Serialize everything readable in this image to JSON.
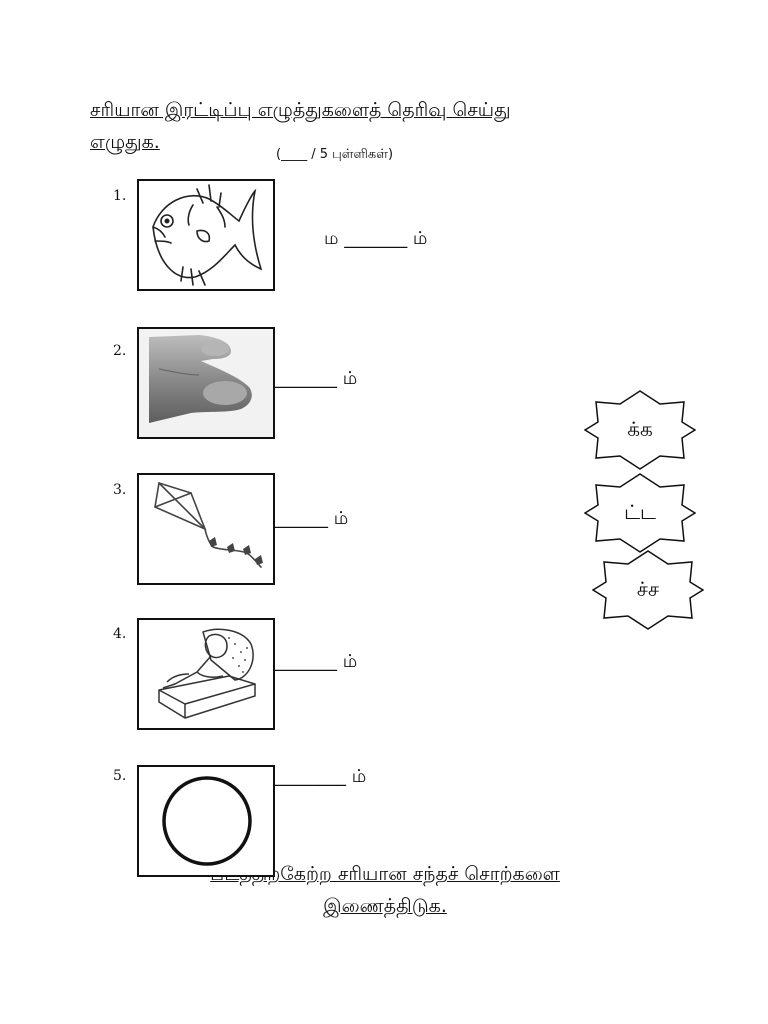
{
  "header": {
    "title_line1": "சரியான இரட்டிப்பு எழுத்துகளைத் தெரிவு செய்து",
    "title_line2": "எழுதுக.",
    "points": "(____ / 5 புள்ளிகள்)"
  },
  "questions": [
    {
      "number": "1.",
      "answer": "ம _______ ம்",
      "icon": "fish-icon"
    },
    {
      "number": "2.",
      "answer": "_______ ம்",
      "icon": "finger-icon"
    },
    {
      "number": "3.",
      "answer": "______ ம்",
      "icon": "kite-icon"
    },
    {
      "number": "4.",
      "answer": "_______ ம்",
      "icon": "sleeping-child-icon"
    },
    {
      "number": "5.",
      "answer": "________ ம்",
      "icon": "circle-icon"
    }
  ],
  "options": [
    "க்க",
    "ட்ட",
    "ச்ச"
  ],
  "footer": {
    "line1": "படத்திற்கேற்ற சரியான சந்தச் சொற்களை",
    "line2": "இணைத்திடுக."
  }
}
